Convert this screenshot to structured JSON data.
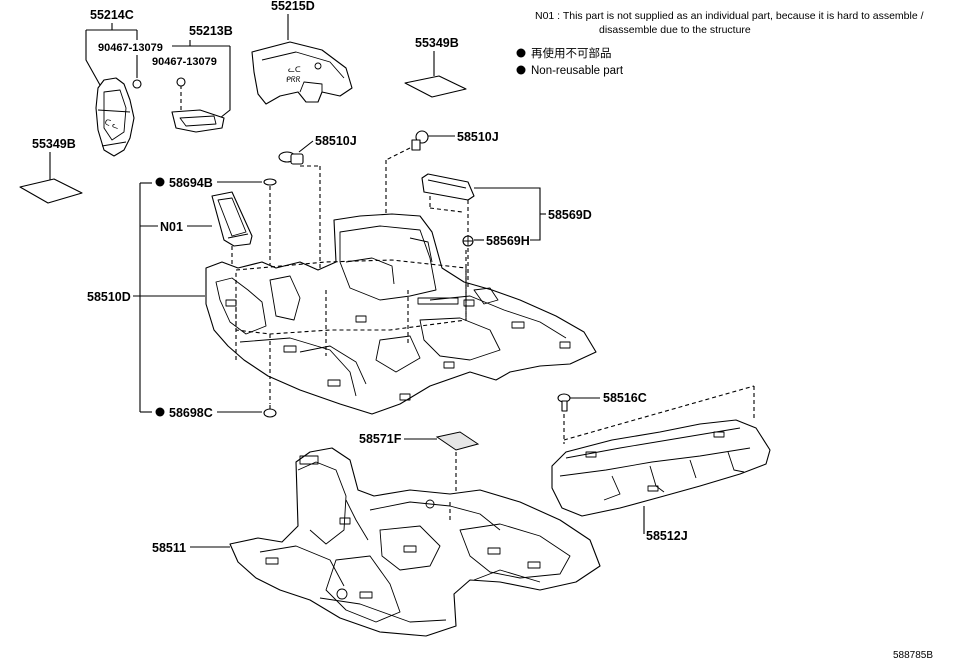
{
  "note": {
    "line1": "N01 : This part is not supplied as an individual part, because it is hard to assemble /",
    "line2": "disassemble due to the structure"
  },
  "legend": {
    "reuse_jp": "再使用不可部品",
    "reuse_en": "Non-reusable part"
  },
  "labels": {
    "p55214C": "55214C",
    "p55213B": "55213B",
    "p55215D": "55215D",
    "p90467a": "90467-13079",
    "p90467b": "90467-13079",
    "p55349B_left": "55349B",
    "p55349B_right": "55349B",
    "p58510J_a": "58510J",
    "p58510J_b": "58510J",
    "p58694B": "58694B",
    "pN01": "N01",
    "p58510D": "58510D",
    "p58569D": "58569D",
    "p58569H": "58569H",
    "p58698C": "58698C",
    "p58516C": "58516C",
    "p58571F": "58571F",
    "p58511": "58511",
    "p58512J": "58512J"
  },
  "reference": "588785B"
}
